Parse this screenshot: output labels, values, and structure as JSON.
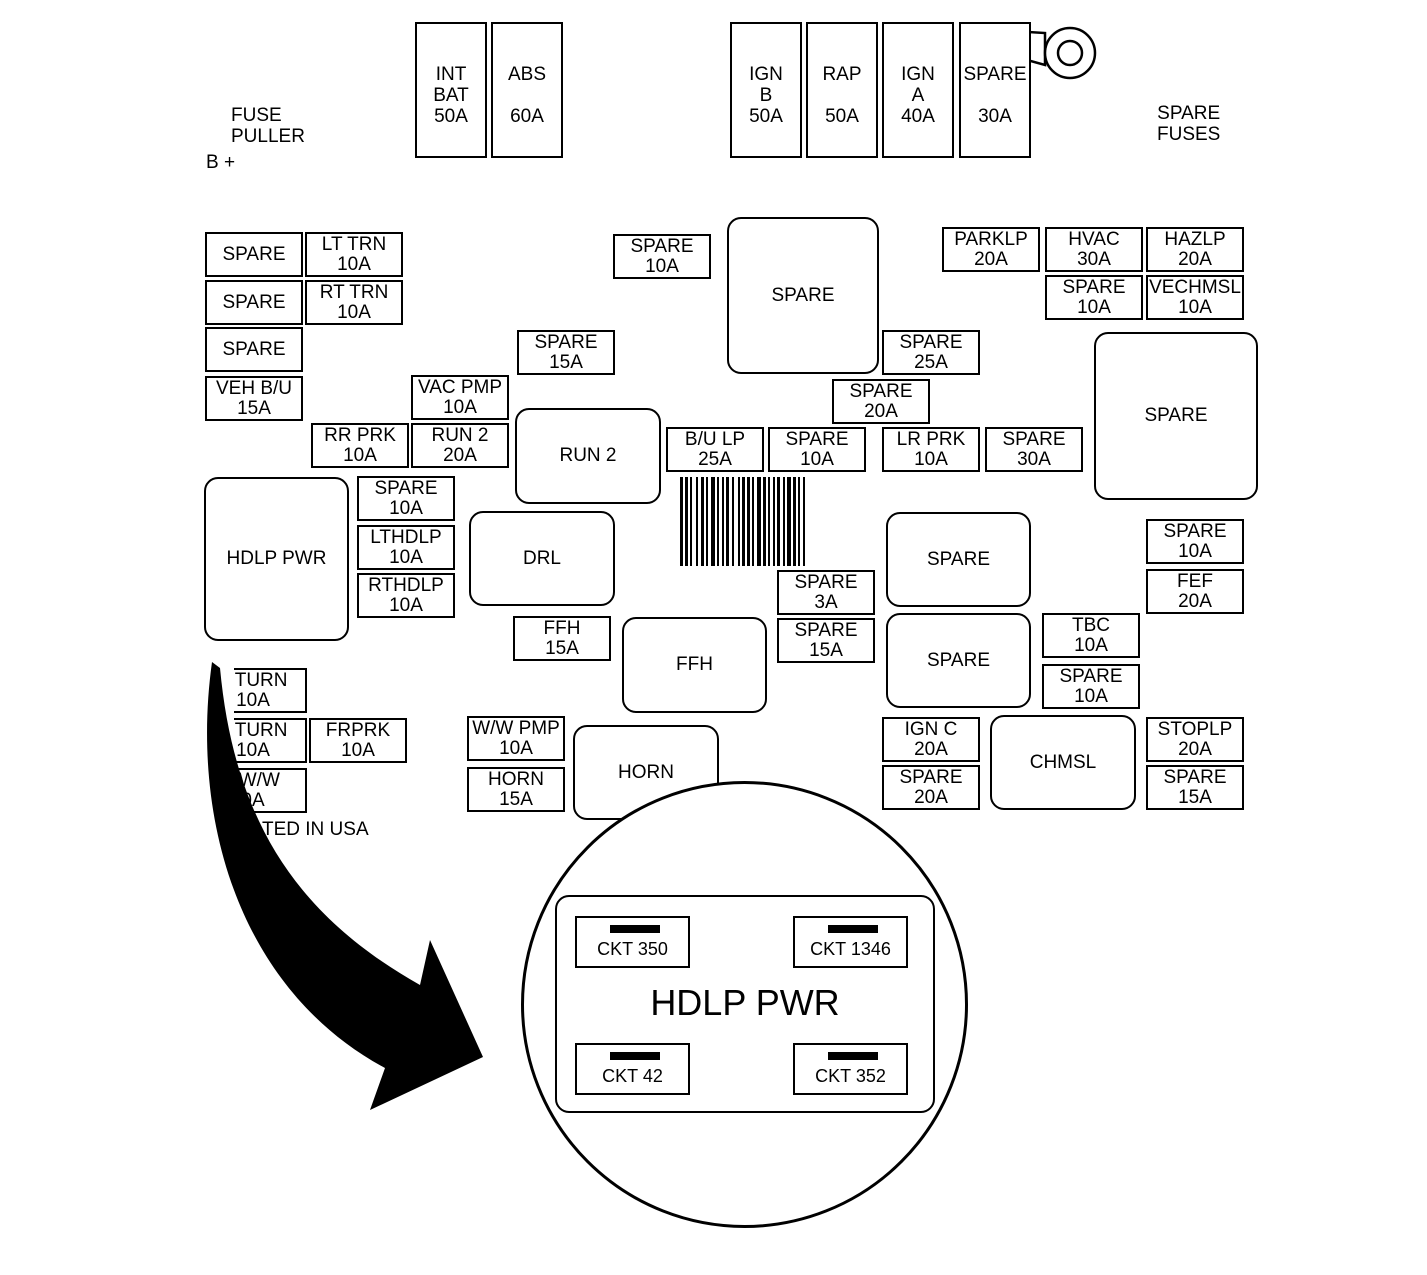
{
  "labels": {
    "fuse_puller": [
      "FUSE",
      "PULLER"
    ],
    "b_plus": "B +",
    "spare_fuses": [
      "SPARE",
      "FUSES"
    ],
    "printed_in_usa": "TED IN USA"
  },
  "maxi_fuses": [
    {
      "lines": [
        "INT",
        "BAT",
        "50A"
      ]
    },
    {
      "lines": [
        "ABS",
        "",
        "60A"
      ]
    },
    {
      "lines": [
        "IGN",
        "B",
        "50A"
      ]
    },
    {
      "lines": [
        "RAP",
        "",
        "50A"
      ]
    },
    {
      "lines": [
        "IGN",
        "A",
        "40A"
      ]
    },
    {
      "lines": [
        "SPARE",
        "",
        "30A"
      ]
    }
  ],
  "fuses": [
    {
      "lines": [
        "SPARE"
      ]
    },
    {
      "lines": [
        "LT TRN",
        "10A"
      ]
    },
    {
      "lines": [
        "SPARE"
      ]
    },
    {
      "lines": [
        "RT TRN",
        "10A"
      ]
    },
    {
      "lines": [
        "SPARE"
      ]
    },
    {
      "lines": [
        "VEH B/U",
        "15A"
      ]
    },
    {
      "lines": [
        "SPARE",
        "10A"
      ]
    },
    {
      "lines": [
        "SPARE",
        "15A"
      ]
    },
    {
      "lines": [
        "VAC PMP",
        "10A"
      ]
    },
    {
      "lines": [
        "RR PRK",
        "10A"
      ]
    },
    {
      "lines": [
        "RUN 2",
        "20A"
      ]
    },
    {
      "lines": [
        "PARKLP",
        "20A"
      ]
    },
    {
      "lines": [
        "HVAC",
        "30A"
      ]
    },
    {
      "lines": [
        "HAZLP",
        "20A"
      ]
    },
    {
      "lines": [
        "SPARE",
        "10A"
      ]
    },
    {
      "lines": [
        "VECHMSL",
        "10A"
      ]
    },
    {
      "lines": [
        "SPARE",
        "25A"
      ]
    },
    {
      "lines": [
        "SPARE",
        "20A"
      ]
    },
    {
      "lines": [
        "B/U LP",
        "25A"
      ]
    },
    {
      "lines": [
        "SPARE",
        "10A"
      ]
    },
    {
      "lines": [
        "LR PRK",
        "10A"
      ]
    },
    {
      "lines": [
        "SPARE",
        "30A"
      ]
    },
    {
      "lines": [
        "SPARE",
        "10A"
      ]
    },
    {
      "lines": [
        "LTHDLP",
        "10A"
      ]
    },
    {
      "lines": [
        "RTHDLP",
        "10A"
      ]
    },
    {
      "lines": [
        "FFH",
        "15A"
      ]
    },
    {
      "lines": [
        "SPARE",
        "3A"
      ]
    },
    {
      "lines": [
        "SPARE",
        "15A"
      ]
    },
    {
      "lines": [
        "SPARE",
        "10A"
      ]
    },
    {
      "lines": [
        "FEF",
        "20A"
      ]
    },
    {
      "lines": [
        "TBC",
        "10A"
      ]
    },
    {
      "lines": [
        "SPARE",
        "10A"
      ]
    },
    {
      "lines": [
        "FRPRK",
        "10A"
      ]
    },
    {
      "lines": [
        "W/W PMP",
        "10A"
      ]
    },
    {
      "lines": [
        "HORN",
        "15A"
      ]
    },
    {
      "lines": [
        "IGN C",
        "20A"
      ]
    },
    {
      "lines": [
        "SPARE",
        "20A"
      ]
    },
    {
      "lines": [
        "STOPLP",
        "20A"
      ]
    },
    {
      "lines": [
        "SPARE",
        "15A"
      ]
    }
  ],
  "clipped_fuses": [
    {
      "lines": [
        "T TURN",
        "10A"
      ]
    },
    {
      "lines": [
        "T TURN",
        "10A"
      ]
    },
    {
      "lines": [
        "PW/W",
        "0A"
      ]
    }
  ],
  "relays": [
    {
      "label": "SPARE"
    },
    {
      "label": "SPARE"
    },
    {
      "label": "RUN 2"
    },
    {
      "label": "HDLP PWR"
    },
    {
      "label": "DRL"
    },
    {
      "label": "SPARE"
    },
    {
      "label": "SPARE"
    },
    {
      "label": "FFH"
    },
    {
      "label": "HORN"
    },
    {
      "label": "CHMSL"
    }
  ],
  "detail": {
    "title": "HDLP PWR",
    "circuits": [
      "CKT 350",
      "CKT 1346",
      "CKT 42",
      "CKT 352"
    ]
  }
}
